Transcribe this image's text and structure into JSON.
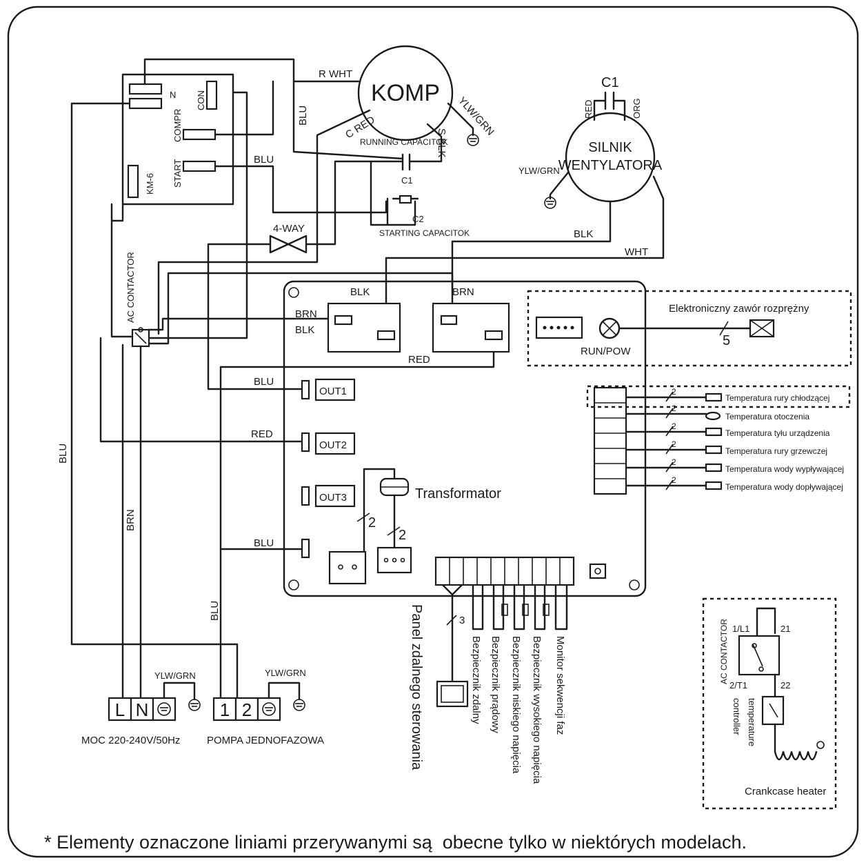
{
  "components": {
    "komp": "KOMP",
    "silnik_line1": "SILNIK",
    "silnik_line2": "WENTYLATORA",
    "c1_top": "C1",
    "running_cap": "RUNNING CAPACITOK",
    "running_cap_id": "C1",
    "starting_cap": "STARTING CAPACITOK",
    "starting_cap_id": "C2",
    "four_way": "4-WAY",
    "ac_contactor": "AC CONTACTOR",
    "km6": "KM-6",
    "con": "CON",
    "compr": "COMPR",
    "compr_n": "N",
    "start": "START",
    "transformator": "Transformator",
    "out1": "OUT1",
    "out2": "OUT2",
    "out3": "OUT3",
    "run_pow": "RUN/POW",
    "evalve": "Elektroniczny zawór rozprężny",
    "evalve_count": "5"
  },
  "wires": {
    "r_wht": "R WHT",
    "blu": "BLU",
    "c_red": "C RED",
    "s_blk": "S BLK",
    "ylw_grn": "YLW/GRN",
    "red": "RED",
    "org": "ORG",
    "blk": "BLK",
    "wht": "WHT",
    "brn": "BRN",
    "n2": "2",
    "n3": "3"
  },
  "sensors": [
    "Temperatura rury chłodzącej",
    "Temperatura otoczenia",
    "Temperatura tyłu urządzenia",
    "Temperatura rury grzewczej",
    "Temperatura wody wypływającej",
    "Temperatura wody dopływającej"
  ],
  "bottom_connectors": [
    "Panel zdalnego sterowania",
    "Bezpiecznik zdalny",
    "Bezpiecznik prądowy",
    "Bezpiecznik niskiego napięcia",
    "Bezpiecznik wysokiego napięcia",
    "Monitor sekwencji faz"
  ],
  "terminals": {
    "l": "L",
    "n": "N",
    "t1": "1",
    "t2": "2",
    "power": "MOC 220-240V/50Hz",
    "pump": "POMPA JEDNOFAZOWA"
  },
  "crankcase": {
    "contactor": "AC CONTACTOR",
    "l1": "1/L1",
    "t1": "2/T1",
    "p21": "21",
    "p22": "22",
    "controller_line1": "temperature",
    "controller_line2": "controller",
    "heater": "Crankcase heater"
  },
  "footnote": "* Elementy oznaczone liniami przerywanymi są  obecne tylko w niektórych modelach."
}
